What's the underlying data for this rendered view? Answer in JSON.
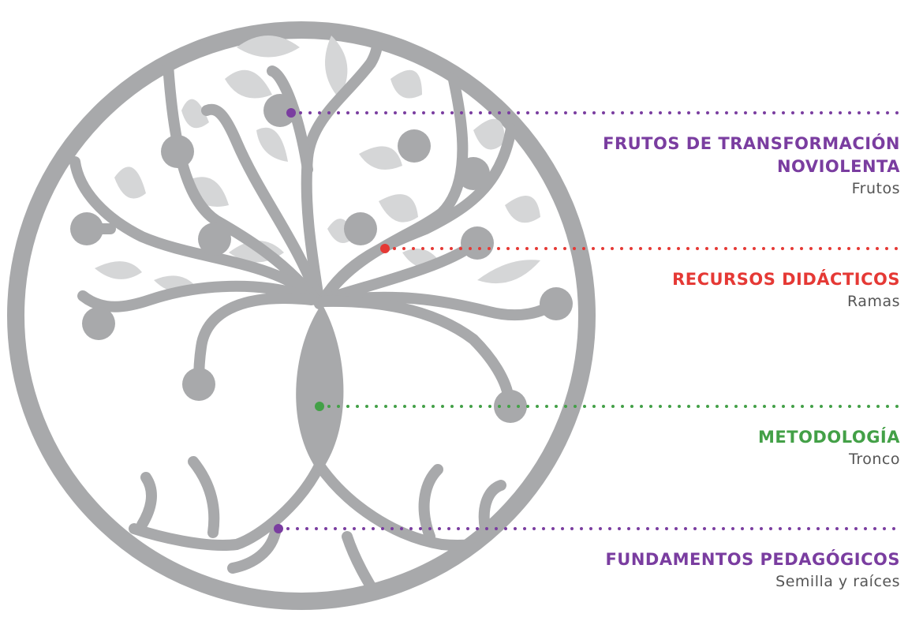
{
  "colors": {
    "purple": "#7a3da0",
    "red": "#e53935",
    "green": "#43a047",
    "tree_gray": "#a8a9ab",
    "leaf_gray": "#d5d6d7"
  },
  "labels": [
    {
      "id": "frutos",
      "title_lines": [
        "FRUTOS DE TRANSFORMACIÓN",
        "NOVIOLENTA"
      ],
      "subtitle": "Frutos",
      "color": "#7a3da0"
    },
    {
      "id": "ramas",
      "title_lines": [
        "RECURSOS DIDÁCTICOS"
      ],
      "subtitle": "Ramas",
      "color": "#e53935"
    },
    {
      "id": "tronco",
      "title_lines": [
        "METODOLOGÍA"
      ],
      "subtitle": "Tronco",
      "color": "#43a047"
    },
    {
      "id": "raices",
      "title_lines": [
        "FUNDAMENTOS PEDAGÓGICOS"
      ],
      "subtitle": "Semilla y raíces",
      "color": "#7a3da0"
    }
  ]
}
